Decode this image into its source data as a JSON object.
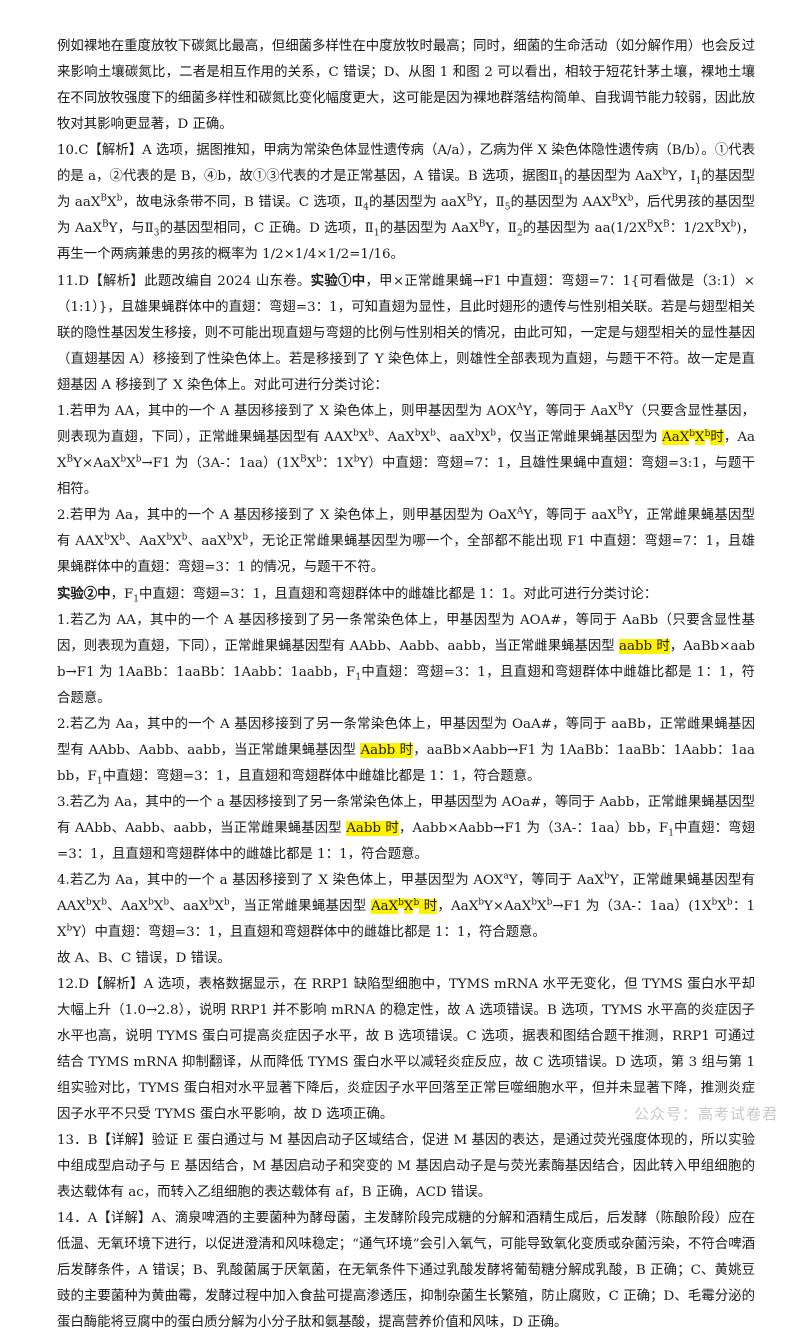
{
  "paragraphs": [
    {
      "segments": [
        {
          "t": "例如裸地在重度放牧下碳氮比最高，但细菌多样性在中度放牧时最高；同时，细菌的生命活动（如分解作用）也会反过来影响土壤碳氮比，二者是相互作用的关系，C 错误；D、从图 1 和图 2 可以看出，相较于短花针茅土壤，裸地土壤在不同放牧强度下的细菌多样性和碳氮比变化幅度更大，这可能是因为裸地群落结构简单、自我调节能力较弱，因此放牧对其影响更显著，D 正确。"
        }
      ]
    },
    {
      "segments": [
        {
          "t": "10.C【解析】A 选项，据图推知，甲病为常染色体显性遗传病（A/a），乙病为伴 X 染色体隐性遗传病（B/b）。①代表的是 a，②代表的是 B，④b，故①③代表的才是正常基因，A 错误。B 选项，据图Ⅱ"
        },
        {
          "t": "1",
          "f": "sub"
        },
        {
          "t": "的基因型为 AaX"
        },
        {
          "t": "b",
          "f": "sup"
        },
        {
          "t": "Y，Ⅰ"
        },
        {
          "t": "1",
          "f": "sub"
        },
        {
          "t": "的基因型为 aaX"
        },
        {
          "t": "B",
          "f": "sup"
        },
        {
          "t": "X"
        },
        {
          "t": "b",
          "f": "sup"
        },
        {
          "t": "，故电泳条带不同，B 错误。C 选项，Ⅱ"
        },
        {
          "t": "4",
          "f": "sub"
        },
        {
          "t": "的基因型为 aaX"
        },
        {
          "t": "B",
          "f": "sup"
        },
        {
          "t": "Y，Ⅱ"
        },
        {
          "t": "5",
          "f": "sub"
        },
        {
          "t": "的基因型为 AAX"
        },
        {
          "t": "B",
          "f": "sup"
        },
        {
          "t": "X"
        },
        {
          "t": "b",
          "f": "sup"
        },
        {
          "t": "，后代男孩的基因型为 AaX"
        },
        {
          "t": "B",
          "f": "sup"
        },
        {
          "t": "Y，与Ⅱ"
        },
        {
          "t": "3",
          "f": "sub"
        },
        {
          "t": "的基因型相同，C 正确。D 选项，Ⅱ"
        },
        {
          "t": "1",
          "f": "sub"
        },
        {
          "t": "的基因型为 AaX"
        },
        {
          "t": "B",
          "f": "sup"
        },
        {
          "t": "Y，Ⅱ"
        },
        {
          "t": "2",
          "f": "sub"
        },
        {
          "t": "的基因型为 aa(1/2X"
        },
        {
          "t": "B",
          "f": "sup"
        },
        {
          "t": "X"
        },
        {
          "t": "B",
          "f": "sup"
        },
        {
          "t": "：1/2X"
        },
        {
          "t": "B",
          "f": "sup"
        },
        {
          "t": "X"
        },
        {
          "t": "b",
          "f": "sup"
        },
        {
          "t": ")，再生一个两病兼患的男孩的概率为 1/2×1/4×1/2=1/16。"
        }
      ]
    },
    {
      "segments": [
        {
          "t": "11.D【解析】此题改编自 2024 山东卷。"
        },
        {
          "t": "实验①中",
          "f": "b"
        },
        {
          "t": "，甲×正常雌果蝇→F1 中直翅：弯翅=7：1{可看做是（3:1）×（1:1）}，且雄果蝇群体中的直翅：弯翅=3：1，可知直翅为显性，且此时翅形的遗传与性别相关联。若是与翅型相关联的隐性基因发生移接，则不可能出现直翅与弯翅的比例与性别相关的情况，由此可知，一定是与翅型相关的显性基因（直翅基因 A）移接到了性染色体上。若是移接到了 Y 染色体上，则雄性全部表现为直翅，与题干不符。故一定是直翅基因 A 移接到了 X 染色体上。对此可进行分类讨论："
        }
      ]
    },
    {
      "segments": [
        {
          "t": "1.若甲为 AA，其中的一个 A 基因移接到了 X 染色体上，则甲基因型为 AOX"
        },
        {
          "t": "A",
          "f": "sup"
        },
        {
          "t": "Y，等同于 AaX"
        },
        {
          "t": "B",
          "f": "sup"
        },
        {
          "t": "Y（只要含显性基因，则表现为直翅，下同），正常雌果蝇基因型有 AAX"
        },
        {
          "t": "b",
          "f": "sup"
        },
        {
          "t": "X"
        },
        {
          "t": "b",
          "f": "sup"
        },
        {
          "t": "、AaX"
        },
        {
          "t": "b",
          "f": "sup"
        },
        {
          "t": "X"
        },
        {
          "t": "b",
          "f": "sup"
        },
        {
          "t": "、aaX"
        },
        {
          "t": "b",
          "f": "sup"
        },
        {
          "t": "X"
        },
        {
          "t": "b",
          "f": "sup"
        },
        {
          "t": "，仅当正常雌果蝇基因型为 "
        },
        {
          "t": "AaX",
          "f": "hl"
        },
        {
          "t": "b",
          "f": "hl-sup"
        },
        {
          "t": "X",
          "f": "hl"
        },
        {
          "t": "b",
          "f": "hl-sup"
        },
        {
          "t": "时",
          "f": "hl"
        },
        {
          "t": "，AaX"
        },
        {
          "t": "B",
          "f": "sup"
        },
        {
          "t": "Y×AaX"
        },
        {
          "t": "b",
          "f": "sup"
        },
        {
          "t": "X"
        },
        {
          "t": "b",
          "f": "sup"
        },
        {
          "t": "→F1 为（3A-：1aa）(1X"
        },
        {
          "t": "B",
          "f": "sup"
        },
        {
          "t": "X"
        },
        {
          "t": "b",
          "f": "sup"
        },
        {
          "t": "：1X"
        },
        {
          "t": "b",
          "f": "sup"
        },
        {
          "t": "Y）中直翅：弯翅=7：1，且雄性果蝇中直翅：弯翅=3:1，与题干相符。"
        }
      ]
    },
    {
      "segments": [
        {
          "t": "2.若甲为 Aa，其中的一个 A 基因移接到了 X 染色体上，则甲基因型为 OaX"
        },
        {
          "t": "A",
          "f": "sup"
        },
        {
          "t": "Y，等同于 aaX"
        },
        {
          "t": "B",
          "f": "sup"
        },
        {
          "t": "Y，正常雌果蝇基因型有 AAX"
        },
        {
          "t": "b",
          "f": "sup"
        },
        {
          "t": "X"
        },
        {
          "t": "b",
          "f": "sup"
        },
        {
          "t": "、AaX"
        },
        {
          "t": "b",
          "f": "sup"
        },
        {
          "t": "X"
        },
        {
          "t": "b",
          "f": "sup"
        },
        {
          "t": "、aaX"
        },
        {
          "t": "b",
          "f": "sup"
        },
        {
          "t": "X"
        },
        {
          "t": "b",
          "f": "sup"
        },
        {
          "t": "，无论正常雌果蝇基因型为哪一个，全部都不能出现 F1 中直翅：弯翅=7：1，且雄果蝇群体中的直翅：弯翅=3：1 的情况，与题干不符。"
        }
      ]
    },
    {
      "segments": [
        {
          "t": "实验②中",
          "f": "b"
        },
        {
          "t": "，F"
        },
        {
          "t": "1",
          "f": "sub"
        },
        {
          "t": "中直翅：弯翅=3：1，且直翅和弯翅群体中的雌雄比都是 1：1。对此可进行分类讨论："
        }
      ]
    },
    {
      "segments": [
        {
          "t": "1.若乙为 AA，其中的一个 A 基因移接到了另一条常染色体上，甲基因型为 AOA#，等同于 AaBb（只要含显性基因，则表现为直翅，下同），正常雌果蝇基因型有 AAbb、Aabb、aabb，当正常雌果蝇基因型 "
        },
        {
          "t": "aabb 时",
          "f": "hl"
        },
        {
          "t": "，AaBb×aabb→F1 为 1AaBb：1aaBb：1Aabb：1aabb，F"
        },
        {
          "t": "1",
          "f": "sub"
        },
        {
          "t": "中直翅：弯翅=3：1，且直翅和弯翅群体中雌雄比都是 1：1，符合题意。"
        }
      ]
    },
    {
      "segments": [
        {
          "t": "2.若乙为 Aa，其中的一个 A 基因移接到了另一条常染色体上，甲基因型为 OaA#，等同于 aaBb，正常雌果蝇基因型有 AAbb、Aabb、aabb，当正常雌果蝇基因型 "
        },
        {
          "t": "Aabb 时",
          "f": "hl"
        },
        {
          "t": "，aaBb×Aabb→F1 为 1AaBb：1aaBb：1Aabb：1aabb，F"
        },
        {
          "t": "1",
          "f": "sub"
        },
        {
          "t": "中直翅：弯翅=3：1，且直翅和弯翅群体中雌雄比都是 1：1，符合题意。"
        }
      ]
    },
    {
      "segments": [
        {
          "t": "3.若乙为 Aa，其中的一个 a 基因移接到了另一条常染色体上，甲基因型为 AOa#，等同于 Aabb，正常雌果蝇基因型有 AAbb、Aabb、aabb，当正常雌果蝇基因型 "
        },
        {
          "t": "Aabb 时",
          "f": "hl"
        },
        {
          "t": "，Aabb×Aabb→F1 为（3A-：1aa）bb，F"
        },
        {
          "t": "1",
          "f": "sub"
        },
        {
          "t": "中直翅：弯翅=3：1，且直翅和弯翅群体中的雌雄比都是 1：1，符合题意。"
        }
      ]
    },
    {
      "segments": [
        {
          "t": "4.若乙为 Aa，其中的一个 a 基因移接到了 X 染色体上，甲基因型为 AOX"
        },
        {
          "t": "a",
          "f": "sup"
        },
        {
          "t": "Y，等同于 AaX"
        },
        {
          "t": "b",
          "f": "sup"
        },
        {
          "t": "Y，正常雌果蝇基因型有 AAX"
        },
        {
          "t": "b",
          "f": "sup"
        },
        {
          "t": "X"
        },
        {
          "t": "b",
          "f": "sup"
        },
        {
          "t": "、AaX"
        },
        {
          "t": "b",
          "f": "sup"
        },
        {
          "t": "X"
        },
        {
          "t": "b",
          "f": "sup"
        },
        {
          "t": "、aaX"
        },
        {
          "t": "b",
          "f": "sup"
        },
        {
          "t": "X"
        },
        {
          "t": "b",
          "f": "sup"
        },
        {
          "t": "，当正常雌果蝇基因型 "
        },
        {
          "t": "AaX",
          "f": "hl"
        },
        {
          "t": "b",
          "f": "hl-sup"
        },
        {
          "t": "X",
          "f": "hl"
        },
        {
          "t": "b",
          "f": "hl-sup"
        },
        {
          "t": " 时",
          "f": "hl"
        },
        {
          "t": "，AaX"
        },
        {
          "t": "b",
          "f": "sup"
        },
        {
          "t": "Y×AaX"
        },
        {
          "t": "b",
          "f": "sup"
        },
        {
          "t": "X"
        },
        {
          "t": "b",
          "f": "sup"
        },
        {
          "t": "→F1 为（3A-：1aa）(1X"
        },
        {
          "t": "b",
          "f": "sup"
        },
        {
          "t": "X"
        },
        {
          "t": "b",
          "f": "sup"
        },
        {
          "t": "：1X"
        },
        {
          "t": "b",
          "f": "sup"
        },
        {
          "t": "Y）中直翅：弯翅=3：1，且直翅和弯翅群体中的雌雄比都是 1：1，符合题意。"
        }
      ]
    },
    {
      "segments": [
        {
          "t": "故 A、B、C 错误，D 错误。"
        }
      ]
    },
    {
      "segments": [
        {
          "t": "12.D【解析】A 选项，表格数据显示，在 RRP1 缺陷型细胞中，TYMS mRNA 水平无变化，但 TYMS 蛋白水平却大幅上升（1.0→2.8），说明 RRP1 并不影响 mRNA 的稳定性，故 A 选项错误。B 选项，TYMS 水平高的炎症因子水平也高，说明 TYMS 蛋白可提高炎症因子水平，故 B 选项错误。C 选项，据表和图结合题干推测，RRP1 可通过结合 TYMS mRNA 抑制翻译，从而降低 TYMS 蛋白水平以减轻炎症反应，故 C 选项错误。D 选项，第 3 组与第 1 组实验对比，TYMS 蛋白相对水平显著下降后，炎症因子水平回落至正常巨噬细胞水平，但并未显著下降，推测炎症因子水平不只受 TYMS 蛋白水平影响，故 D 选项正确。"
        }
      ]
    },
    {
      "segments": [
        {
          "t": "13．B【详解】验证 E 蛋白通过与 M 基因启动子区域结合，促进 M 基因的表达，是通过荧光强度体现的，所以实验中组成型启动子与 E 基因结合，M 基因启动子和突变的 M 基因启动子是与荧光素酶基因结合，因此转入甲组细胞的表达载体有 ac，而转入乙组细胞的表达载体有 af，B 正确，ACD 错误。"
        }
      ]
    },
    {
      "segments": [
        {
          "t": "14．A【详解】A、滴泉啤酒的主要菌种为酵母菌，主发酵阶段完成糖的分解和酒精生成后，后发酵（陈酿阶段）应在低温、无氧环境下进行，以促进澄清和风味稳定；“通气环境”会引入氧气，可能导致氧化变质或杂菌污染，不符合啤酒后发酵条件，A 错误；B、乳酸菌属于厌氧菌，在无氧条件下通过乳酸发酵将葡萄糖分解成乳酸，B 正确；C、黄姚豆豉的主要菌种为黄曲霉，发酵过程中加入食盐可提高渗透压，抑制杂菌生长繁殖，防止腐败，C 正确；D、毛霉分泌的蛋白酶能将豆腐中的蛋白质分解为小分子肽和氨基酸，提高营养价值和风味，D 正确。"
        }
      ]
    }
  ],
  "watermark": "公众号：高考试卷君",
  "colors": {
    "highlight": "#fff200",
    "text": "#1a1a1a",
    "watermark": "#c9c9c9"
  }
}
